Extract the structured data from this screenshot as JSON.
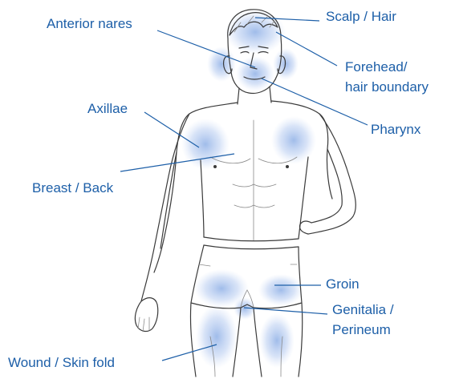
{
  "figure": {
    "labels": {
      "scalp": "Scalp / Hair",
      "nares": "Anterior nares",
      "forehead_1": "Forehead/",
      "forehead_2": "hair boundary",
      "pharynx": "Pharynx",
      "axillae": "Axillae",
      "breast": "Breast / Back",
      "groin": "Groin",
      "genitalia_1": "Genitalia /",
      "genitalia_2": "Perineum",
      "wound": "Wound / Skin fold"
    },
    "colors": {
      "label_text": "#1d5fa8",
      "leader_line": "#1d5fa8",
      "highlight": "#8fb0e6",
      "sketch_stroke": "#3a3a3a"
    }
  }
}
